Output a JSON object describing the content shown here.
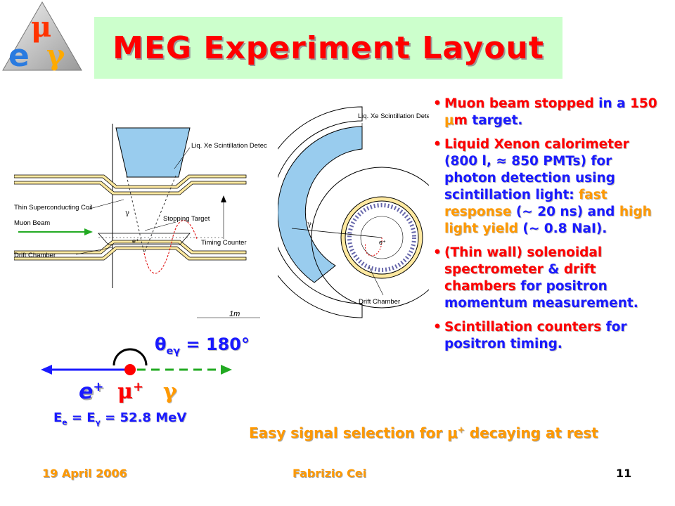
{
  "logo": {
    "mu": "μ",
    "e": "e",
    "gamma": "γ"
  },
  "title": "MEG Experiment Layout",
  "bullets": [
    {
      "parts": [
        [
          "Muon beam stopped",
          "r"
        ],
        [
          " in a ",
          "b"
        ],
        [
          "150 ",
          "r"
        ],
        [
          "μ",
          "o"
        ],
        [
          "m",
          "r"
        ],
        [
          " target.",
          "b"
        ]
      ]
    },
    {
      "parts": [
        [
          "Liquid Xenon calorimeter",
          "r"
        ],
        [
          " (800 l, ≈ 850 PMTs) ",
          "b"
        ],
        [
          "for photon detection using scintillation light: ",
          "b"
        ],
        [
          "fast response",
          "o"
        ],
        [
          " (~ 20 ns) and ",
          "b"
        ],
        [
          "high light yield",
          "o"
        ],
        [
          " (~ 0.8 NaI).",
          "b"
        ]
      ]
    },
    {
      "parts": [
        [
          "(Thin wall) solenoidal spectrometer",
          "r"
        ],
        [
          " & ",
          "b"
        ],
        [
          "drift chambers",
          "r"
        ],
        [
          " for positron momentum measurement.",
          "b"
        ]
      ]
    },
    {
      "parts": [
        [
          "Scintillation counters",
          "r"
        ],
        [
          " for positron timing.",
          "b"
        ]
      ]
    }
  ],
  "diagram_side": {
    "lxe": "Liq. Xe Scintillation Detector",
    "coil": "Thin Superconducting Coil",
    "muon_beam": "Muon Beam",
    "target": "Stopping Target",
    "timing": "Timing Counter",
    "drift": "Drift Chamber",
    "gamma": "γ",
    "eplus": "e⁺",
    "scale": "1m"
  },
  "diagram_end": {
    "lxe": "Liq. Xe Scintillation Detector",
    "drift": "Drift Chamber",
    "gamma": "γ",
    "eplus": "e⁺"
  },
  "decay": {
    "theta": "θ",
    "theta_sub": "eγ",
    "theta_val": " = 180°",
    "eplus": "e",
    "mu": "μ",
    "gamma": "γ",
    "plus": "+",
    "energy_E1": "E",
    "energy_sub1": "e",
    "energy_mid": " = E",
    "energy_sub2": "γ",
    "energy_val": " = 52.8 MeV"
  },
  "signal": {
    "pre": "Easy signal selection for ",
    "mu": "μ",
    "plus": "+",
    "post": " decaying at rest"
  },
  "footer": {
    "date": "19 April 2006",
    "author": "Fabrizio Cei",
    "page": "11"
  },
  "colors": {
    "red": "#ff0000",
    "blue": "#1a1aff",
    "orange": "#ff9900",
    "title_bg": "#ccffcc",
    "lxe_fill": "#99ccee"
  }
}
